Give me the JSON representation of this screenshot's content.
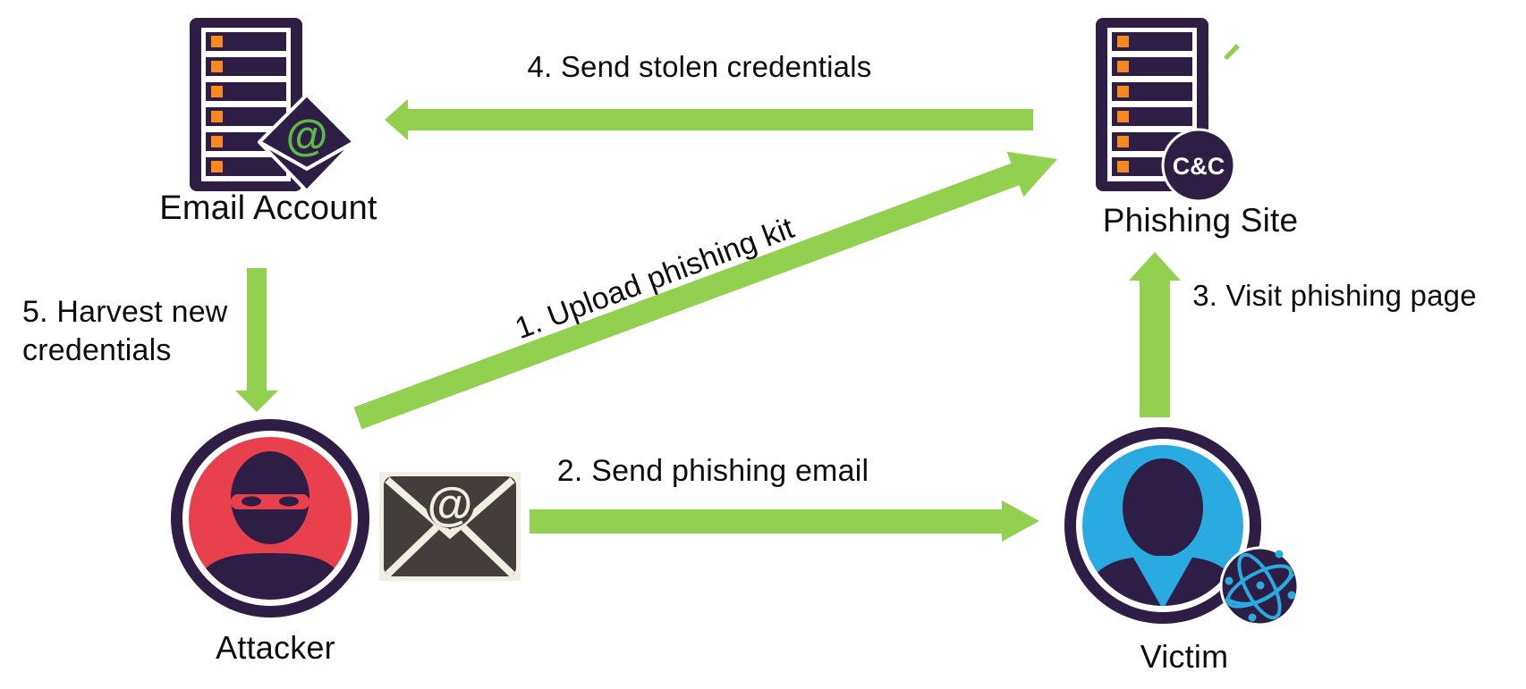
{
  "colors": {
    "arrow_green": "#92d050",
    "dark_purple": "#2e1e45",
    "orange": "#f6881f",
    "attacker_red": "#e8404d",
    "victim_blue": "#29abe2",
    "envelope_gray": "#433e3b",
    "envelope_cream": "#f2eee1",
    "at_green": "#5cb947",
    "label_black": "#0d0d0d"
  },
  "diagram": {
    "nodes": {
      "email_account": {
        "label": "Email Account"
      },
      "phishing_site": {
        "label": "Phishing Site",
        "badge": "C&C"
      },
      "attacker": {
        "label": "Attacker"
      },
      "victim": {
        "label": "Victim"
      }
    },
    "steps": [
      {
        "label": "1. Upload phishing kit",
        "from": "Attacker",
        "to": "Phishing Site"
      },
      {
        "label": "2. Send phishing email",
        "from": "Attacker",
        "to": "Victim"
      },
      {
        "label": "3. Visit phishing page",
        "from": "Victim",
        "to": "Phishing Site"
      },
      {
        "label": "4. Send stolen credentials",
        "from": "Phishing Site",
        "to": "Email Account"
      },
      {
        "label": "5. Harvest new credentials",
        "from": "Email Account",
        "to": "Attacker"
      }
    ],
    "icons": {
      "at_symbol": "@"
    }
  }
}
